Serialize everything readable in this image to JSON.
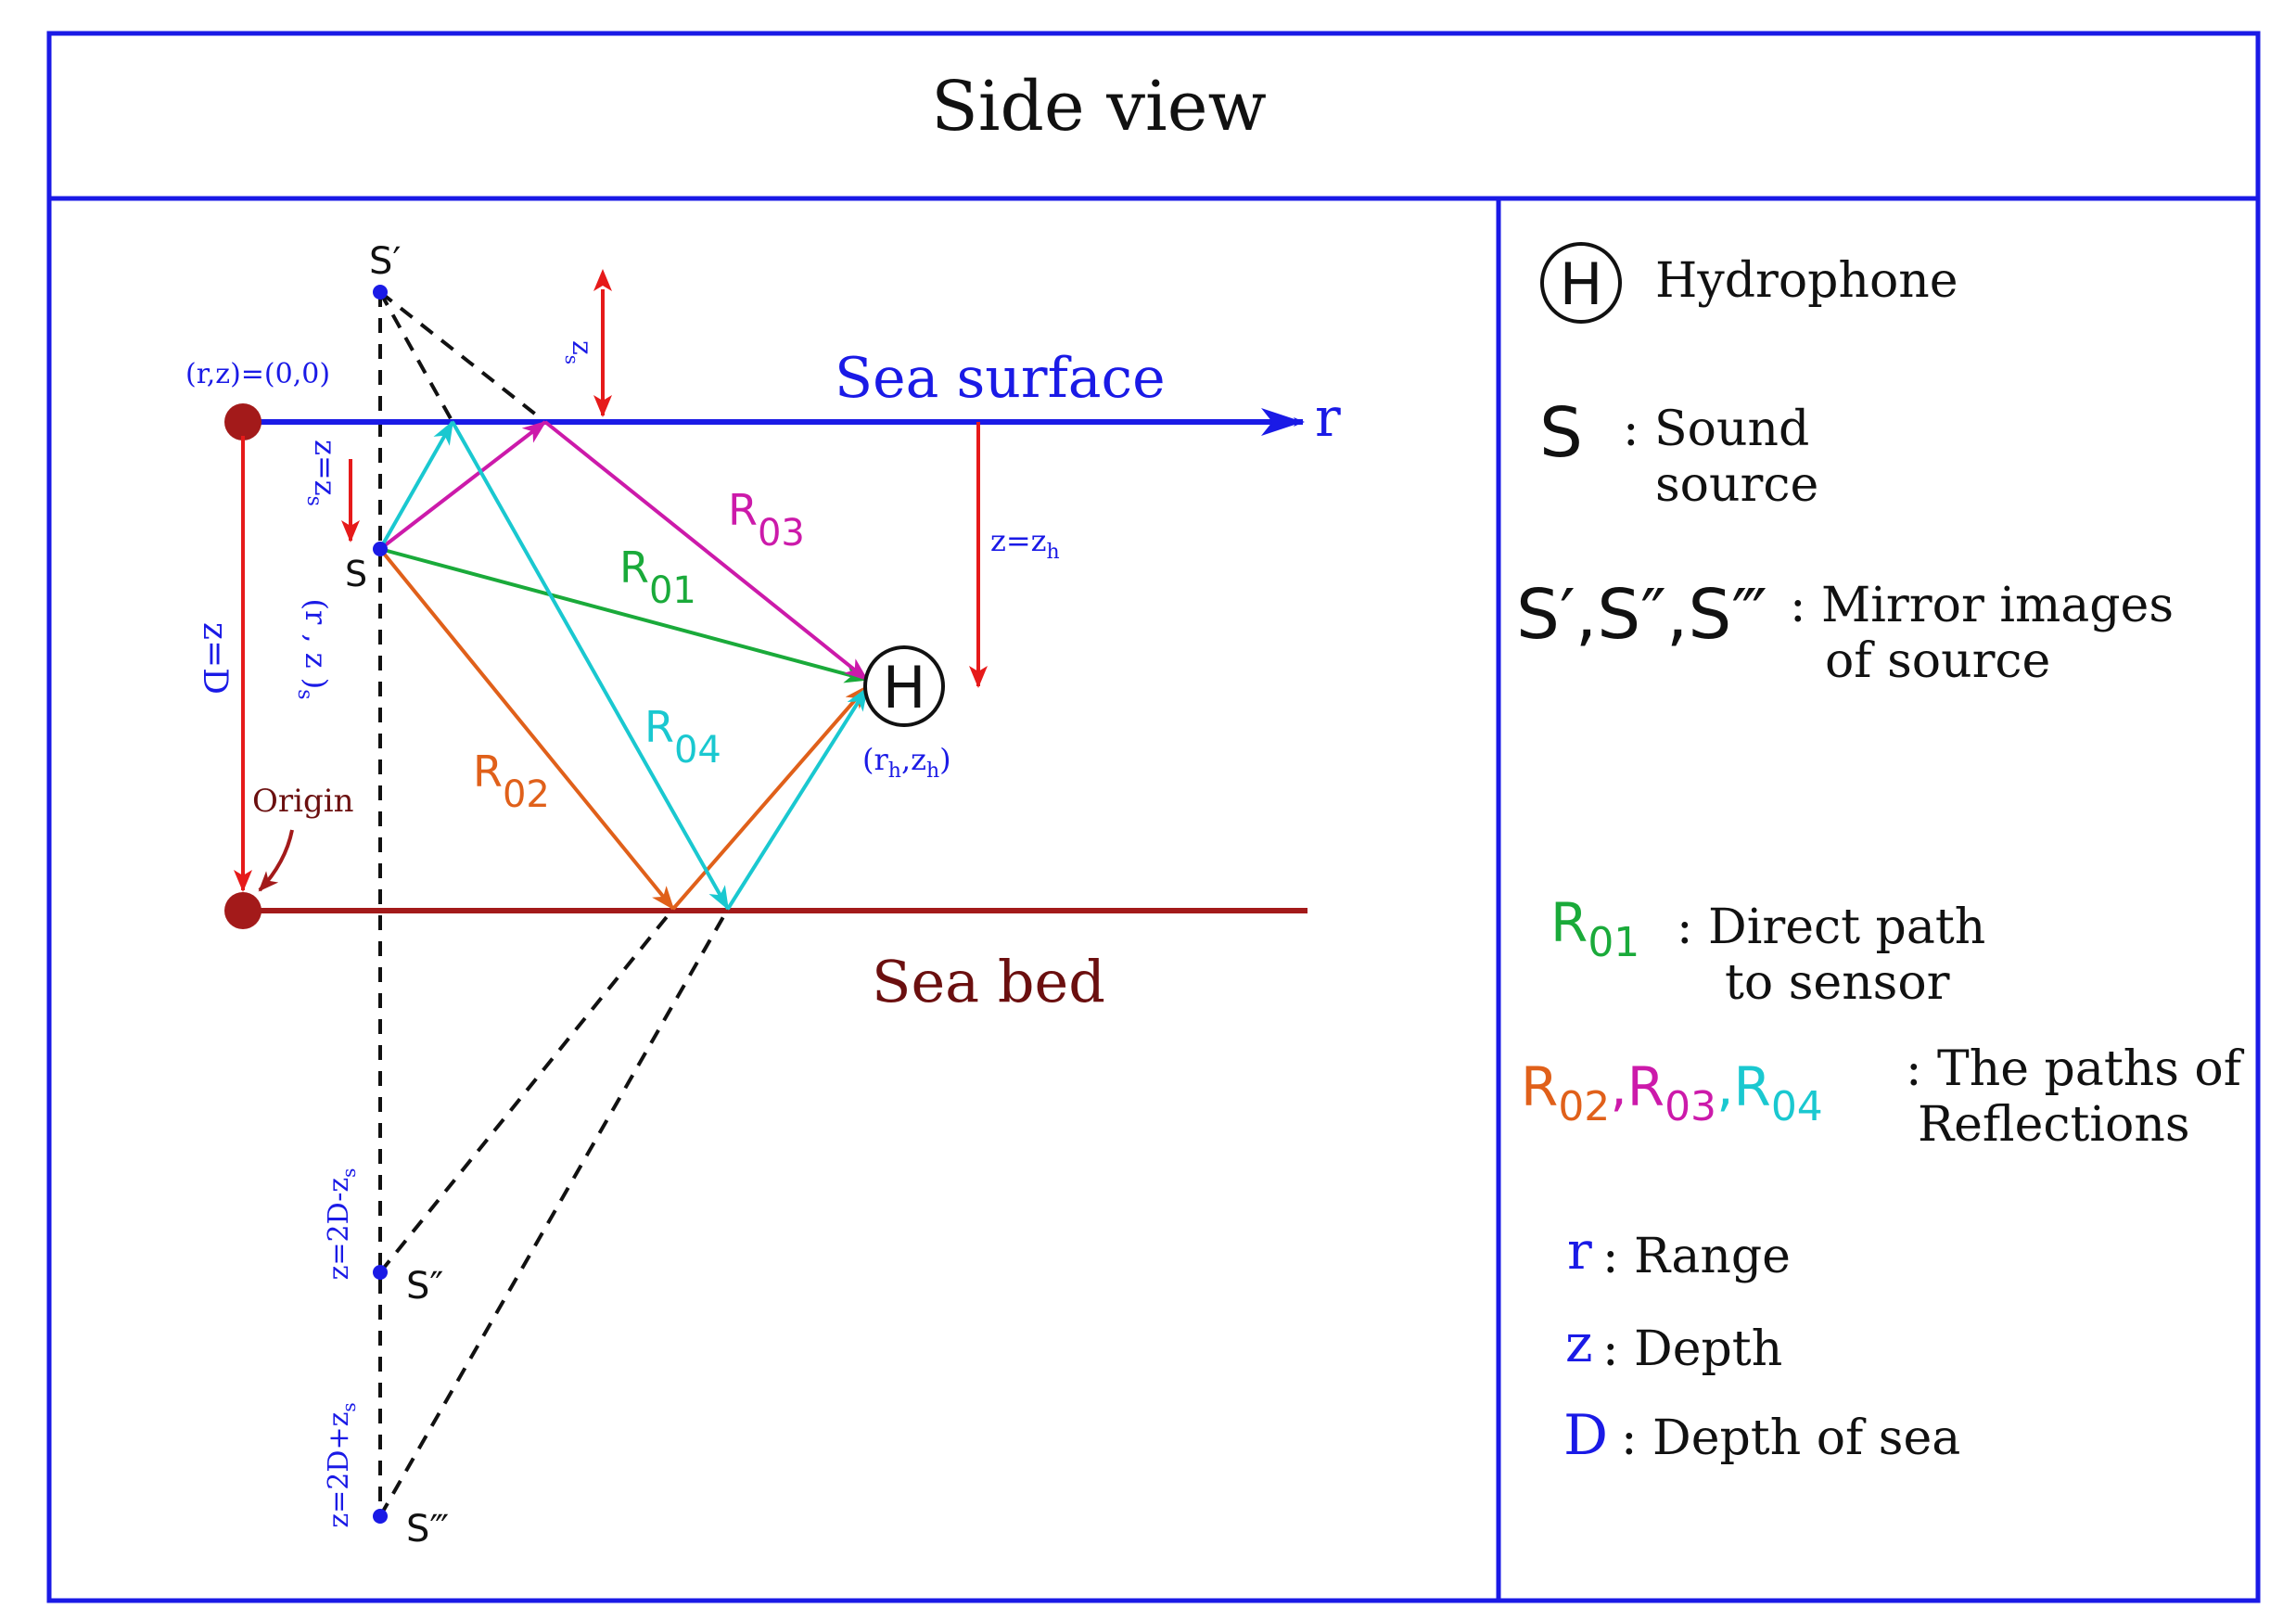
{
  "title": "Side view",
  "colors": {
    "frame": "#1a1ae6",
    "surface": "#1a1ae6",
    "seabed": "#a31a1a",
    "seabed_label": "#6b0f0f",
    "red": "#e61a1a",
    "r01": "#1aaa3a",
    "r02": "#e0601a",
    "r03": "#cc1aaa",
    "r04": "#1ac8d0",
    "text": "#111111",
    "blue_text": "#1a1ae6"
  },
  "diagram": {
    "origin_coord": "(r,z)=(0,0)",
    "sea_surface": "Sea surface",
    "range_axis": "r",
    "sea_bed": "Sea bed",
    "origin_label": "Origin",
    "depth_D": "z=D",
    "source": {
      "label": "S",
      "coord": "(r , z )",
      "coord_sub": "s"
    },
    "zs_left": {
      "main": "z=z",
      "sub": "s"
    },
    "zs_top": {
      "main": "z",
      "sub": "s"
    },
    "zh": {
      "main": "z=z",
      "sub": "h"
    },
    "image1": {
      "label": "S′"
    },
    "image2": {
      "label": "S″",
      "depth": {
        "main": "z=2D-z",
        "sub": "s"
      }
    },
    "image3": {
      "label": "S‴",
      "depth": {
        "main": "z=2D+z",
        "sub": "s"
      }
    },
    "hydrophone": {
      "symbol": "H",
      "coord_open": "(r",
      "coord_h1": "h",
      "coord_mid": ",z",
      "coord_h2": "h",
      "coord_close": ")"
    },
    "paths": {
      "r01": {
        "main": "R",
        "sub": "01"
      },
      "r02": {
        "main": "R",
        "sub": "02"
      },
      "r03": {
        "main": "R",
        "sub": "03"
      },
      "r04": {
        "main": "R",
        "sub": "04"
      }
    }
  },
  "legend": {
    "hydrophone_symbol": "H",
    "hydrophone": "Hydrophone",
    "source_symbol": "S",
    "source_line1": ": Sound",
    "source_line2": "source",
    "mirror_symbols": "S′,S″,S‴",
    "mirror_line1": ": Mirror images",
    "mirror_line2": "of source",
    "r01_main": "R",
    "r01_sub": "01",
    "r01_line1": ": Direct path",
    "r01_line2": "to sensor",
    "refl_r": "R",
    "refl_sub1": "02",
    "refl_sub2": "03",
    "refl_sub3": "04",
    "refl_comma": ",",
    "refl_line1": ": The paths of",
    "refl_line2": "Reflections",
    "range_symbol": "r",
    "range_text": ": Range",
    "depth_symbol": "z",
    "depth_text": ": Depth",
    "sea_depth_symbol": "D",
    "sea_depth_text": ": Depth of sea"
  }
}
